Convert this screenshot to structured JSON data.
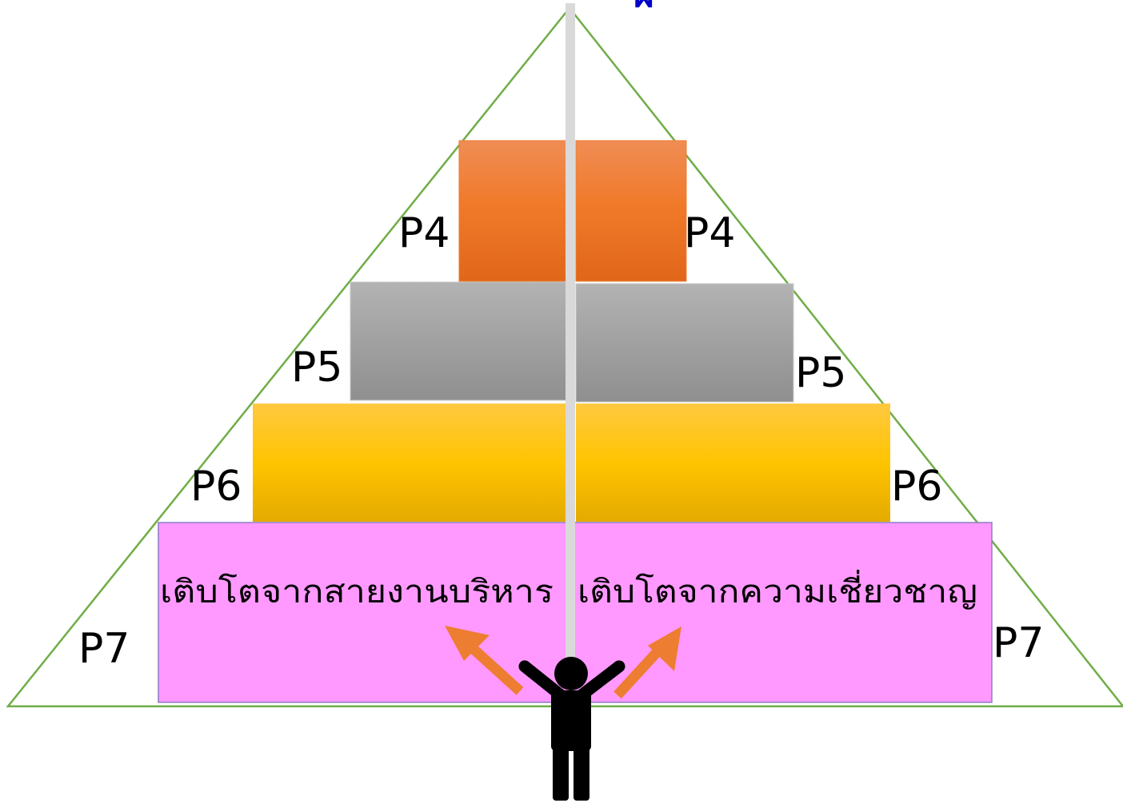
{
  "top_fragment": "ผ",
  "levels": {
    "p4_left": "P4",
    "p4_right": "P4",
    "p5_left": "P5",
    "p5_right": "P5",
    "p6_left": "P6",
    "p6_right": "P6",
    "p7_left": "P7",
    "p7_right": "P7"
  },
  "paths": {
    "management": "เติบโตจากสายงานบริหาร",
    "expertise": "เติบโตจากความเชี่ยวชาญ"
  },
  "colors": {
    "triangle": "#70ad47",
    "p4": "#ed7d31",
    "p5": "#a5a5a5",
    "p6": "#ffc000",
    "p7": "#ff99ff",
    "arrow": "#ed7d31",
    "divider": "#d9d9d9",
    "person": "#000000",
    "top_fragment": "#0000cc"
  },
  "icons": {
    "person": "person-arms-raised-icon",
    "arrow_left": "arrow-up-left-icon",
    "arrow_right": "arrow-up-right-icon"
  }
}
